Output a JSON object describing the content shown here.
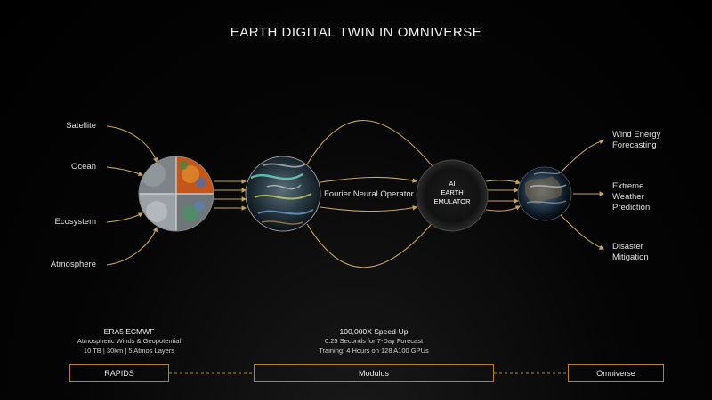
{
  "title": "EARTH DIGITAL TWIN IN OMNIVERSE",
  "inputs": [
    "Satellite",
    "Ocean",
    "Ecosystem",
    "Atmosphere"
  ],
  "operator_label": "Fourier Neural Operator",
  "emulator": {
    "line1": "AI",
    "line2": "EARTH",
    "line3": "EMULATOR"
  },
  "outputs": [
    {
      "line1": "Wind Energy",
      "line2": "Forecasting",
      "line3": ""
    },
    {
      "line1": "Extreme",
      "line2": "Weather",
      "line3": "Prediction"
    },
    {
      "line1": "Disaster",
      "line2": "Mitigation",
      "line3": ""
    }
  ],
  "dataset_info": {
    "line1": "ERA5 ECMWF",
    "line2": "Atmospheric Winds & Geopotential",
    "line3": "10 TB  |  30km  |  5 Atmos Layers"
  },
  "speed_info": {
    "line1": "100,000X Speed-Up",
    "line2": "0.25 Seconds for 7-Day Forecast",
    "line3": "Training: 4 Hours on 128 A100 GPUs"
  },
  "platforms": [
    "RAPIDS",
    "Modulus",
    "Omniverse"
  ],
  "colors": {
    "accent": "#c8a35a",
    "box_border": "#b8860b",
    "background": "#000000"
  }
}
